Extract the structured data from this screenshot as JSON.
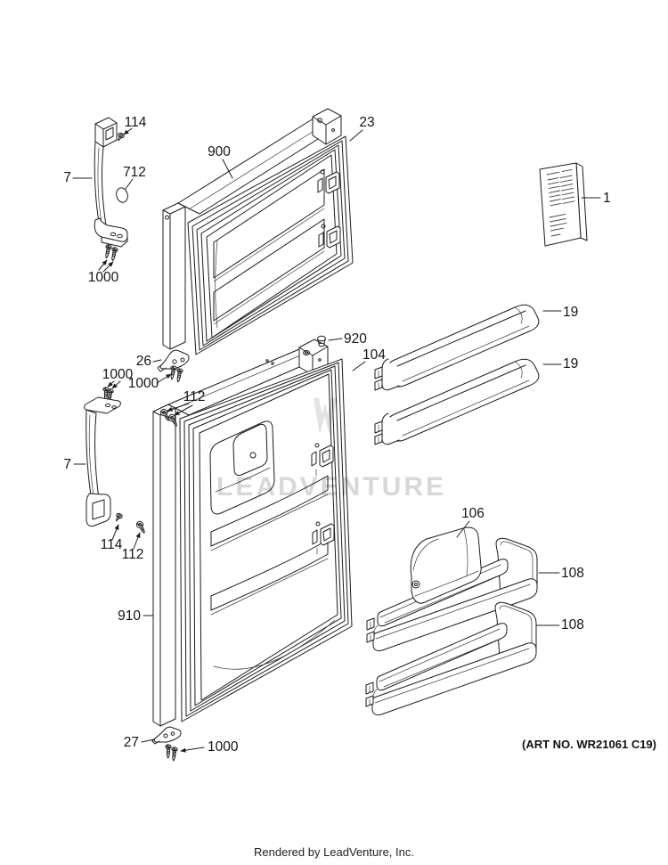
{
  "diagram": {
    "watermark": "LEADVENTURE",
    "art_no": "(ART NO. WR21061 C19)",
    "credit": "Rendered by LeadVenture, Inc.",
    "callouts": {
      "screw_114_upper": "114",
      "grommet_712": "712",
      "handle_upper": "7",
      "screws_1000_upper": "1000",
      "freezer_door": "900",
      "freezer_gasket": "23",
      "instruction_sheet": "1",
      "shelf_bar_upper": "19",
      "shelf_bar_lower": "19",
      "hinge_pin": "920",
      "fresh_food_gasket": "104",
      "center_hinge": "26",
      "screws_1000_handle": "1000",
      "screws_1000_hinge": "1000",
      "screws_112_upper": "112",
      "handle_lower": "7",
      "screw_114_lower": "114",
      "screw_112_lower": "112",
      "fresh_food_door": "910",
      "dairy_cover": "106",
      "door_bin_upper": "108",
      "door_bin_lower": "108",
      "bottom_hinge": "27",
      "screws_1000_bottom": "1000"
    }
  },
  "colors": {
    "line": "#1c1c1c",
    "watermark": "#d8d8d8",
    "background": "#ffffff"
  }
}
